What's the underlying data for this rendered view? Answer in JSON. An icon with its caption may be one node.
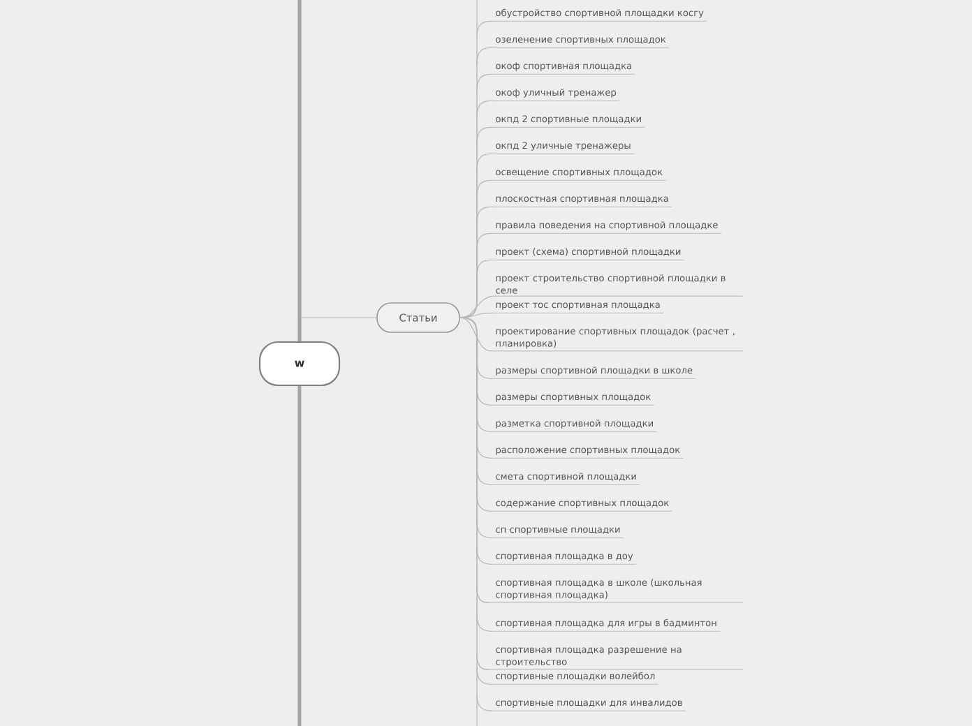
{
  "diagram": {
    "nodes": [
      {
        "text": [
          "w"
        ]
      },
      {
        "text": [
          "Статьи"
        ]
      },
      {
        "text": [
          "обустройство спортивной площадки косгу"
        ]
      },
      {
        "text": [
          "озеленение спортивных площадок"
        ]
      },
      {
        "text": [
          "окоф спортивная площадка"
        ]
      },
      {
        "text": [
          "окоф уличный тренажер"
        ]
      },
      {
        "text": [
          "окпд 2 спортивные площадки"
        ]
      },
      {
        "text": [
          "окпд 2 уличные тренажеры"
        ]
      },
      {
        "text": [
          "освещение спортивных площадок"
        ]
      },
      {
        "text": [
          "плоскостная спортивная площадка"
        ]
      },
      {
        "text": [
          "правила поведения на спортивной площадке"
        ]
      },
      {
        "text": [
          "проект (схема) спортивной площадки"
        ]
      },
      {
        "text": [
          "проект строительство спортивной площадки в селе"
        ]
      },
      {
        "text": [
          "проект тос спортивная площадка"
        ]
      },
      {
        "text": [
          "проектирование спортивных площадок (расчет , планировка)"
        ]
      },
      {
        "text": [
          "размеры спортивной площадки в школе"
        ]
      },
      {
        "text": [
          "размеры спортивных площадок"
        ]
      },
      {
        "text": [
          "разметка спортивной площадки"
        ]
      },
      {
        "text": [
          "расположение спортивных площадок"
        ]
      },
      {
        "text": [
          "смета спортивной площадки"
        ]
      },
      {
        "text": [
          "содержание спортивных площадок"
        ]
      },
      {
        "text": [
          "сп спортивные площадки"
        ]
      },
      {
        "text": [
          "спортивная площадка в доу"
        ]
      },
      {
        "text": [
          "спортивная площадка в школе (школьная спортивная площадка)"
        ]
      },
      {
        "text": [
          "спортивная площадка для игры в бадминтон"
        ]
      },
      {
        "text": [
          "спортивная площадка разрешение на строительство"
        ]
      },
      {
        "text": [
          "спортивные площадки волейбол"
        ]
      },
      {
        "text": [
          "спортивные площадки для инвалидов"
        ]
      }
    ],
    "edges": [
      {
        "from": 0,
        "to": 1,
        "arrow": "none"
      },
      {
        "from": 1,
        "to": 2,
        "arrow": "none"
      },
      {
        "from": 1,
        "to": 3,
        "arrow": "none"
      },
      {
        "from": 1,
        "to": 4,
        "arrow": "none"
      },
      {
        "from": 1,
        "to": 5,
        "arrow": "none"
      },
      {
        "from": 1,
        "to": 6,
        "arrow": "none"
      },
      {
        "from": 1,
        "to": 7,
        "arrow": "none"
      },
      {
        "from": 1,
        "to": 8,
        "arrow": "none"
      },
      {
        "from": 1,
        "to": 9,
        "arrow": "none"
      },
      {
        "from": 1,
        "to": 10,
        "arrow": "none"
      },
      {
        "from": 1,
        "to": 11,
        "arrow": "none"
      },
      {
        "from": 1,
        "to": 12,
        "arrow": "none"
      },
      {
        "from": 1,
        "to": 13,
        "arrow": "none"
      },
      {
        "from": 1,
        "to": 14,
        "arrow": "none"
      },
      {
        "from": 1,
        "to": 15,
        "arrow": "none"
      },
      {
        "from": 1,
        "to": 16,
        "arrow": "none"
      },
      {
        "from": 1,
        "to": 17,
        "arrow": "none"
      },
      {
        "from": 1,
        "to": 18,
        "arrow": "none"
      },
      {
        "from": 1,
        "to": 19,
        "arrow": "none"
      },
      {
        "from": 1,
        "to": 20,
        "arrow": "none"
      },
      {
        "from": 1,
        "to": 21,
        "arrow": "none"
      },
      {
        "from": 1,
        "to": 22,
        "arrow": "none"
      },
      {
        "from": 1,
        "to": 23,
        "arrow": "none"
      },
      {
        "from": 1,
        "to": 24,
        "arrow": "none"
      },
      {
        "from": 1,
        "to": 25,
        "arrow": "none"
      },
      {
        "from": 1,
        "to": 26,
        "arrow": "none"
      },
      {
        "from": 1,
        "to": 27,
        "arrow": "none"
      },
      {
        "from": 0,
        "to": null,
        "arrow": "none",
        "style": "thick",
        "color": "#a3a3a3"
      },
      {
        "from": 0,
        "to": null,
        "arrow": "none",
        "style": "thick",
        "color": "#a3a3a3"
      },
      {
        "from": 1,
        "to": null,
        "arrow": "none"
      },
      {
        "from": 1,
        "to": null,
        "arrow": "none"
      }
    ]
  }
}
